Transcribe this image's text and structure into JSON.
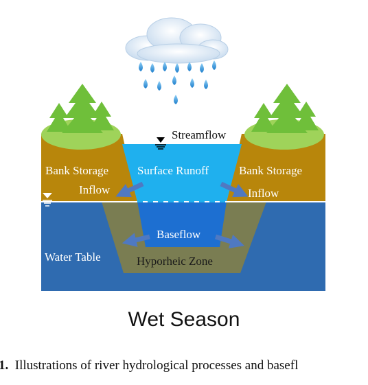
{
  "labels": {
    "streamflow": "Streamflow",
    "bank_storage_left": "Bank Storage",
    "bank_storage_right": "Bank Storage",
    "surface_runoff": "Surface Runoff",
    "inflow_left": "Inflow",
    "inflow_right": "Inflow",
    "baseflow": "Baseflow",
    "water_table": "Water Table",
    "hyporheic_zone": "Hyporheic Zone"
  },
  "title": "Wet Season",
  "caption": {
    "number": "1.",
    "text": "Illustrations of river hydrological processes and basefl"
  },
  "colors": {
    "groundwater": "#2f6bb0",
    "soil": "#b8860b",
    "river": "#1fb0ee",
    "hyporheic": "#7a7d52",
    "baseflow_channel": "#1d6fd1",
    "arrow": "#4f79c2",
    "tree": "#6fbf3a",
    "hill": "#9fd35a",
    "cloud": "#d7e6f5",
    "rain": "#2f8fd8"
  },
  "icons": {
    "cloud": "cloud-icon",
    "raindrop": "raindrop-icon",
    "tree": "tree-icon",
    "water_level_marker": "water-level-marker-icon"
  }
}
